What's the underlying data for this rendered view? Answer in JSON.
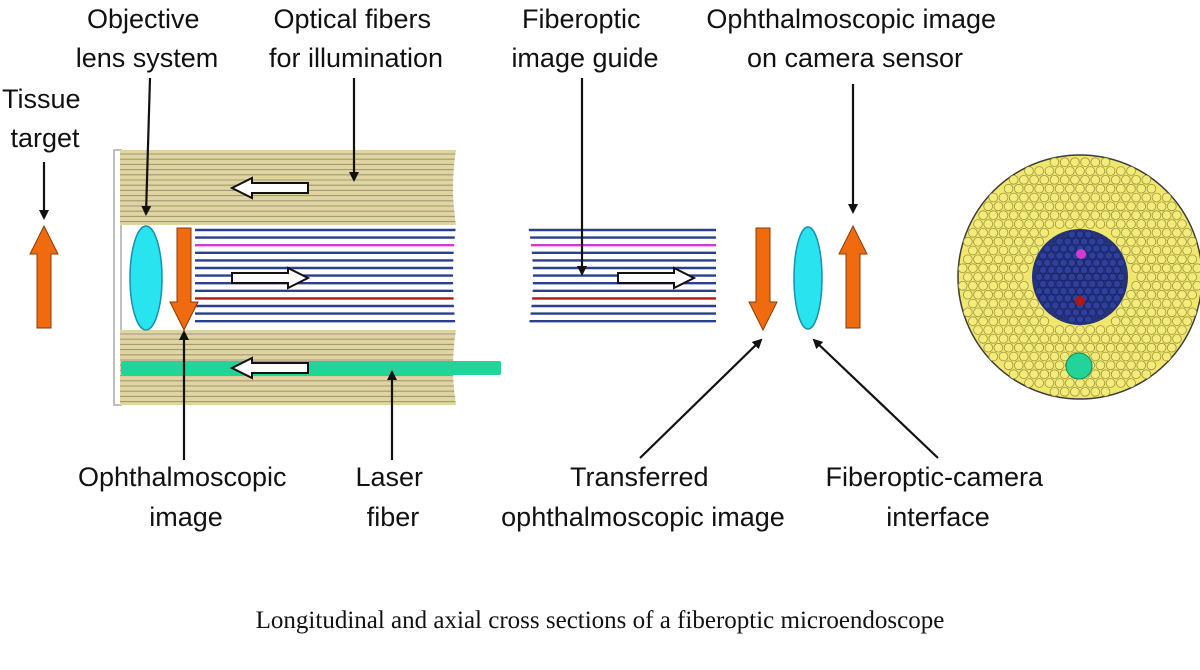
{
  "labels": {
    "objective_lens_system": [
      "Objective",
      "lens system"
    ],
    "optical_fibers_illumination": [
      "Optical fibers",
      "for illumination"
    ],
    "fiberoptic_image_guide": [
      "Fiberoptic",
      "image guide"
    ],
    "ophthalmoscopic_image_camera": [
      "Ophthalmoscopic image",
      "on camera sensor"
    ],
    "tissue_target": [
      "Tissue",
      "target"
    ],
    "ophthalmoscopic_image": [
      "Ophthalmoscopic",
      "image"
    ],
    "laser_fiber": [
      "Laser",
      "fiber"
    ],
    "transferred_image": [
      "Transferred",
      "ophthalmoscopic image"
    ],
    "fiberoptic_camera_interface": [
      "Fiberoptic-camera",
      "interface"
    ]
  },
  "caption": "Longitudinal and axial cross sections of a fiberoptic microendoscope",
  "colors": {
    "illumination_fiber": "#e0d4a0",
    "illumination_line": "#a09a78",
    "image_fiber": "#2b3f8f",
    "magenta_fiber": "#d23ad0",
    "red_fiber": "#b01818",
    "laser_fiber": "#22d49a",
    "lens": "#27e4ee",
    "lens_stroke": "#1a8fb0",
    "orange_arrow": "#f06a10",
    "cross_outer": "#f1e76c",
    "cross_core": "#2f3f9c"
  }
}
